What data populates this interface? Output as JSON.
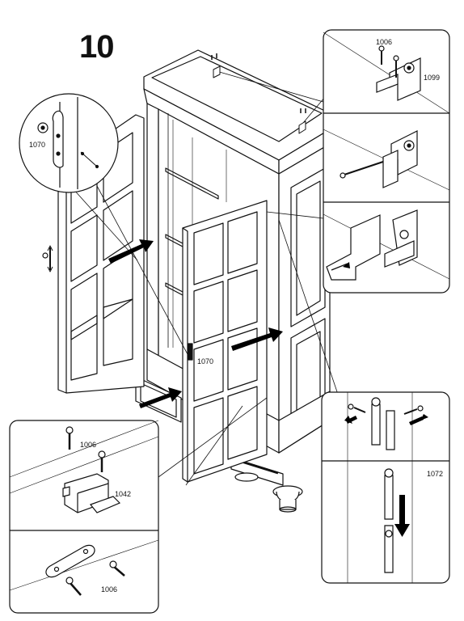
{
  "step": {
    "number": "10"
  },
  "parts": {
    "hinge_label": "1070",
    "hinge_label_door": "1070",
    "bracket_screw": "1006",
    "bracket": "1099",
    "pin_hinge": "1072",
    "magnet_screw": "1006",
    "magnet_catch": "1042",
    "plate_screw": "1006"
  },
  "colors": {
    "line": "#111111",
    "fill": "#ffffff",
    "shade": "#d9d9d9",
    "arrow": "#000000"
  }
}
